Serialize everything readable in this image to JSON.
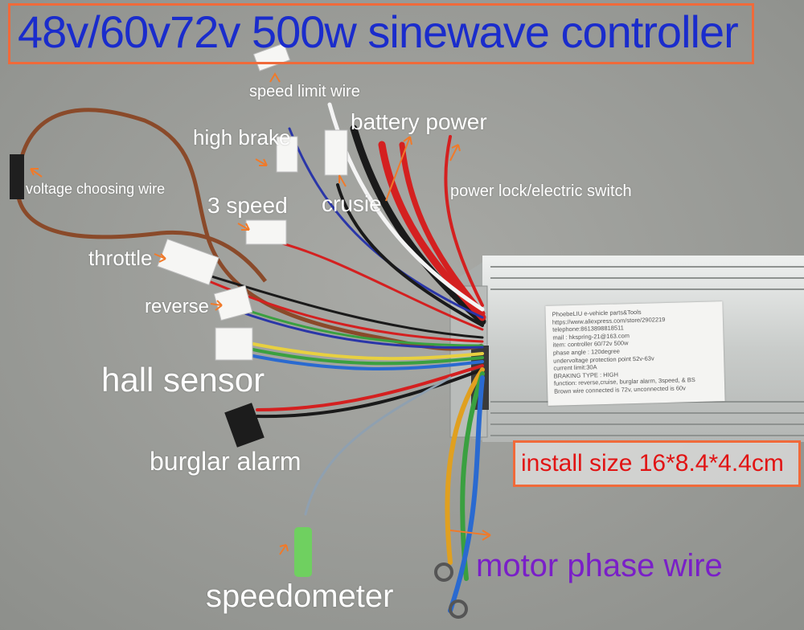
{
  "title": "48v/60v72v 500w sinewave controller",
  "install_size": "install size 16*8.4*4.4cm",
  "labels": {
    "speed_limit_wire": "speed limit wire",
    "battery_power": "battery power",
    "high_brake": "high brake",
    "voltage_choosing_wire": "voltage choosing wire",
    "crusie": "crusie",
    "power_lock": "power lock/electric switch",
    "three_speed": "3 speed",
    "throttle": "throttle",
    "reverse": "reverse",
    "hall_sensor": "hall sensor",
    "burglar_alarm": "burglar alarm",
    "speedometer": "speedometer",
    "motor_phase_wire": "motor phase wire"
  },
  "controller_label": [
    "PhoebeLIU e-vehicle parts&Tools",
    "https://www.aliexpress.com/store/2902219",
    "telephone:8613898818511",
    "mail : hkspring-21@163.com",
    "item: controller 60/72v 500w",
    "phase angle : 120degree",
    "undervoltage protection point 52v-63v",
    "current limit:30A",
    "BRAKING TYPE : HIGH",
    "function: reverse,cruise, burglar alarm, 3speed, & BS",
    "Brown wire connected is 72v, unconnected is 60v"
  ],
  "colors": {
    "title": "#1a2ccc",
    "frame": "#f06a3a",
    "install": "#e11414",
    "motor_phase": "#7a1fc8",
    "background": "#9a9c98"
  }
}
